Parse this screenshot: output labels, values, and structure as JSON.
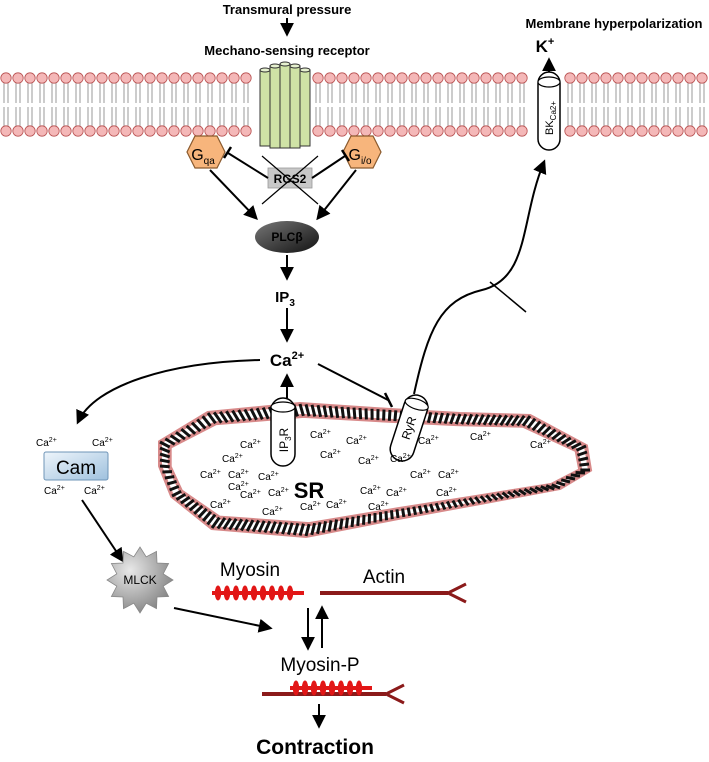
{
  "labels": {
    "transmural_pressure": "Transmural pressure",
    "mechano_receptor": "Mechano-sensing receptor",
    "membrane_hyperpolarization": "Membrane hyperpolarization",
    "k_base": "K",
    "k_sup": "+",
    "bk_base": "BK",
    "bk_sub": "Ca2+",
    "gqa_base": "G",
    "gqa_sub": "qa",
    "gio_base": "G",
    "gio_sub": "i/o",
    "rgs2": "RGS2",
    "plcb": "PLCβ",
    "ip3_base": "IP",
    "ip3_sub": "3",
    "ca_base": "Ca",
    "ca_sup": "2+",
    "ip3r_base": "IP",
    "ip3r_sub": "3",
    "ip3r_end": "R",
    "ryr": "RyR",
    "sr": "SR",
    "cam": "Cam",
    "mlck": "MLCK",
    "myosin": "Myosin",
    "actin": "Actin",
    "myosin_p": "Myosin-P",
    "contraction": "Contraction",
    "ca_ion": "Ca2+"
  },
  "colors": {
    "membrane_head": "#f4b8b8",
    "membrane_edge": "#b85050",
    "receptor_fill": "#cfe3a6",
    "g_protein_fill": "#f7b57c",
    "rgs2_fill": "#c8c8c8",
    "plc_fill": "#222222",
    "sr_edge": "#d88a8a",
    "myosin_red": "#e21616",
    "actin_dark_red": "#8b1a1a",
    "cam_fill": "#c9ddee",
    "mlck_fill": "#a0a0a0"
  }
}
